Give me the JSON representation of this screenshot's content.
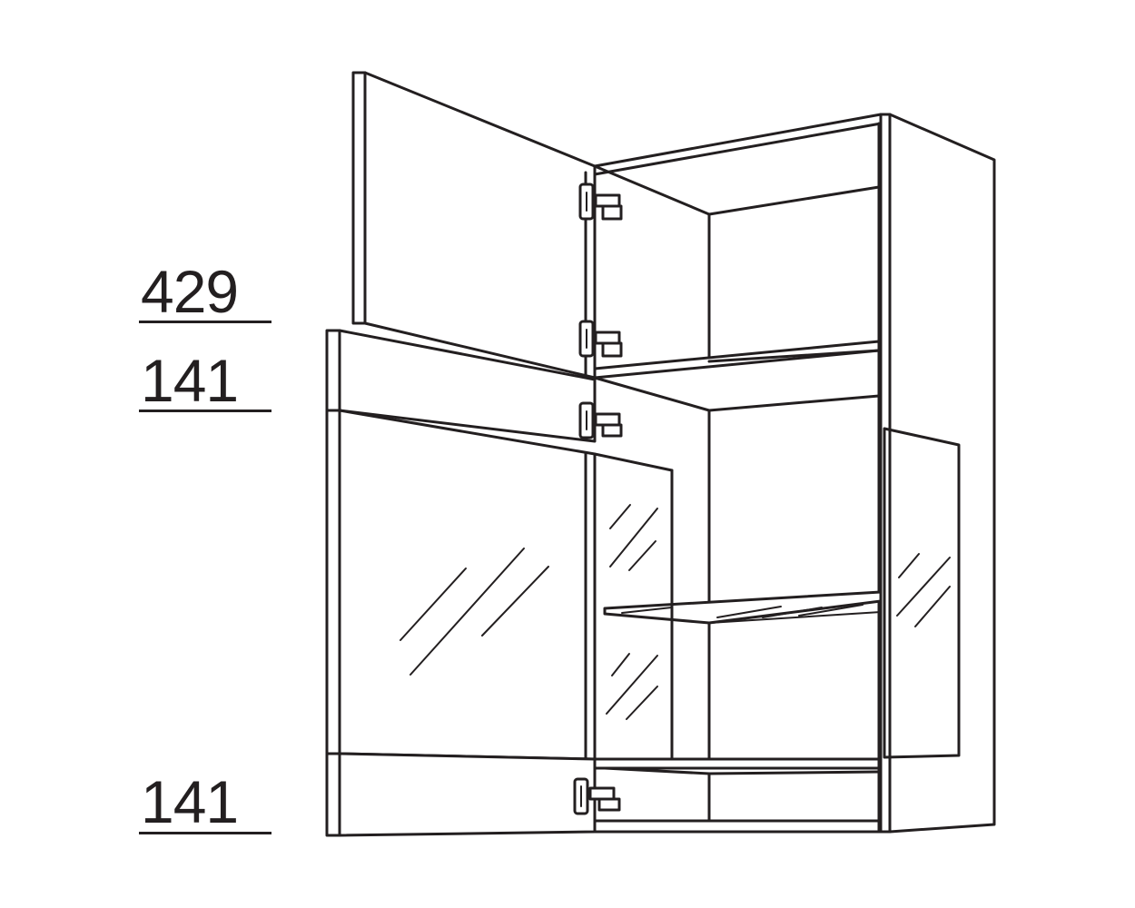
{
  "dimensions": [
    {
      "label": "429"
    },
    {
      "label": "141"
    },
    {
      "label": "141"
    }
  ]
}
